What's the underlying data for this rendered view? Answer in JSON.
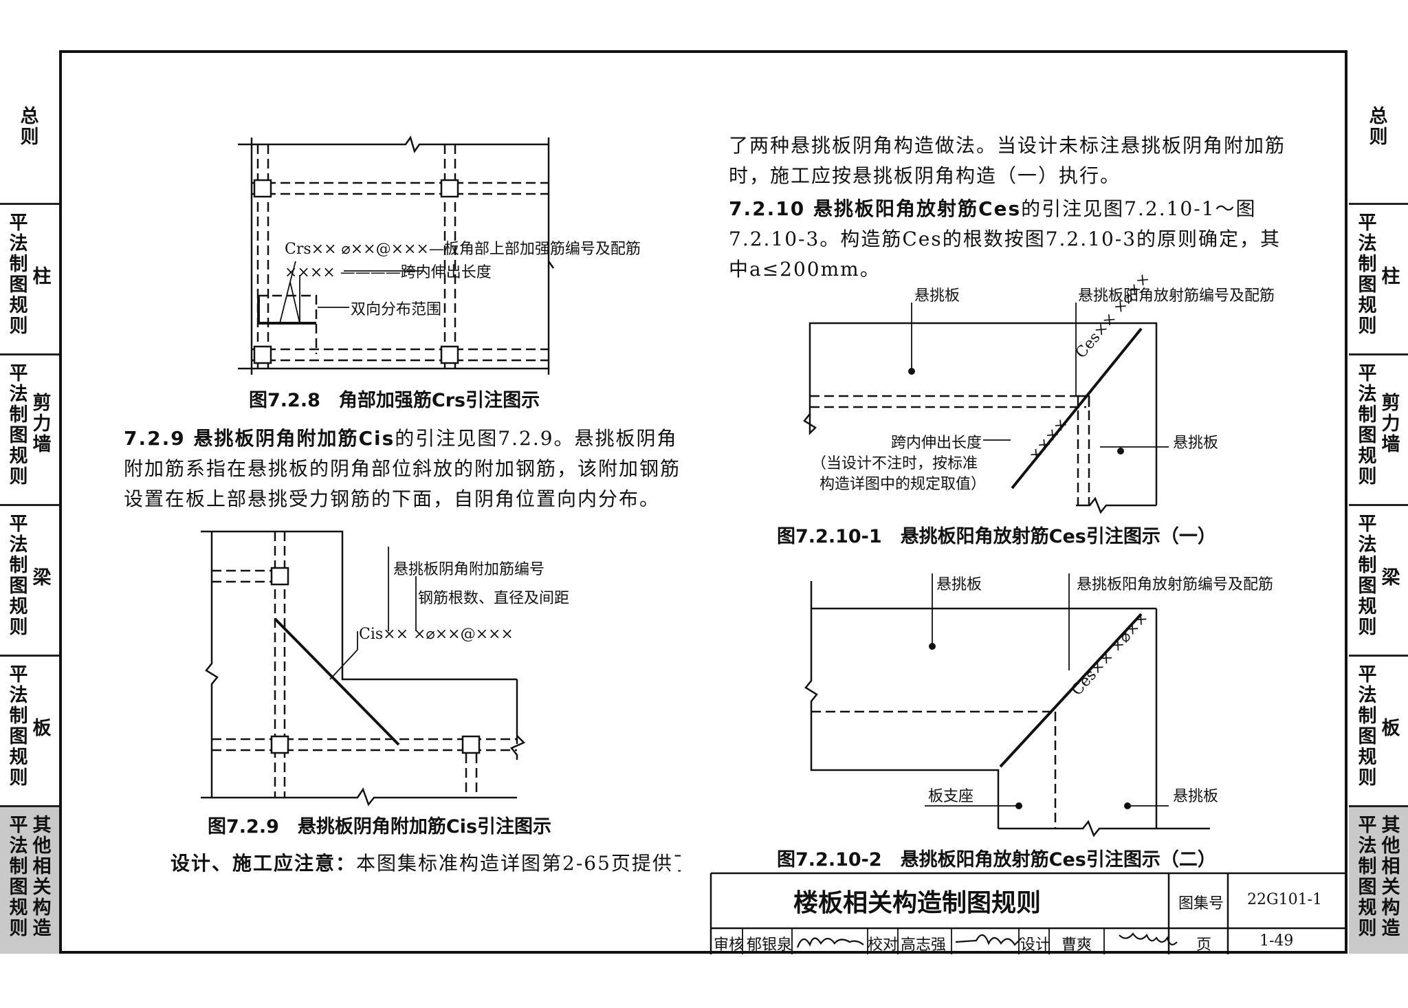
{
  "left_tabs": [
    {
      "label": "总则",
      "type": "single"
    },
    {
      "label": "平法制图规则",
      "right": "柱"
    },
    {
      "label": "平法制图规则",
      "right": "剪力墙"
    },
    {
      "label": "平法制图规则",
      "right": "梁"
    },
    {
      "label": "平法制图规则",
      "right": "板"
    },
    {
      "label": "平法制图规则",
      "right": "其他相关构造",
      "active": true
    }
  ],
  "fig728": {
    "label_rebar": "Crs×× ⌀××@×××—板角部上部加强筋编号及配筋",
    "label_len": "×××× ————跨内伸出长度",
    "label_range": "双向分布范围",
    "caption": "图7.2.8　角部加强筋Crs引注图示"
  },
  "para729": {
    "heading": "7.2.9 悬挑板阴角附加筋Cis",
    "text": "的引注见图7.2.9。悬挑板阴角附加筋系指在悬挑板的阴角部位斜放的附加钢筋，该附加钢筋设置在板上部悬挑受力钢筋的下面，自阴角位置向内分布。"
  },
  "fig729": {
    "label_id": "悬挑板阴角附加筋编号",
    "label_count": "钢筋根数、直径及间距",
    "label_rebar": "Cis×× ×⌀××@×××",
    "caption": "图7.2.9　悬挑板阴角附加筋Cis引注图示"
  },
  "note": {
    "heading": "设计、施工应注意：",
    "text": "本图集标准构造详图第2-65页提供了两种悬挑板阴角构造做法。当设计未标注悬挑板阴角附加筋时，施工应按悬挑板阴角构造（一）执行。"
  },
  "para7210": {
    "heading": "7.2.10 悬挑板阳角放射筋Ces",
    "text": "的引注见图7.2.10-1～图7.2.10-3。构造筋Ces的根数按图7.2.10-3的原则确定，其中a≤200mm。"
  },
  "fig7210_1": {
    "label_slab": "悬挑板",
    "label_rebar_id": "悬挑板阳角放射筋编号及配筋",
    "label_rebar": "Ces×× ×⌀××",
    "label_len_mark": "××××",
    "label_len_title": "跨内伸出长度",
    "label_len_note1": "（当设计不注时，按标准",
    "label_len_note2": "构造详图中的规定取值）",
    "label_slab2": "悬挑板",
    "caption": "图7.2.10-1　悬挑板阳角放射筋Ces引注图示（一）"
  },
  "fig7210_2": {
    "label_slab": "悬挑板",
    "label_rebar_id": "悬挑板阳角放射筋编号及配筋",
    "label_rebar": "Ces×× ×⌀××",
    "label_support": "板支座",
    "label_slab2": "悬挑板",
    "caption": "图7.2.10-2　悬挑板阳角放射筋Ces引注图示（二）"
  },
  "title_block": {
    "title": "楼板相关构造制图规则",
    "atlas_label": "图集号",
    "atlas_no": "22G101-1",
    "review_label": "审核",
    "reviewer": "郁银泉",
    "check_label": "校对",
    "checker": "高志强",
    "design_label": "设计",
    "designer": "曹爽",
    "page_label": "页",
    "page_no": "1-49"
  }
}
